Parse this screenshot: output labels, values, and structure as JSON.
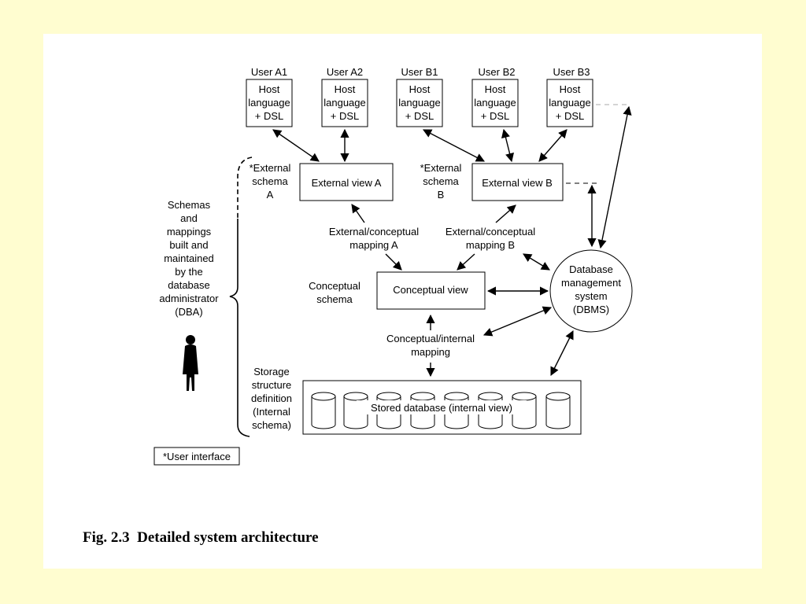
{
  "users": [
    {
      "name": "User A1",
      "box": [
        "Host",
        "language",
        "+ DSL"
      ]
    },
    {
      "name": "User A2",
      "box": [
        "Host",
        "language",
        "+ DSL"
      ]
    },
    {
      "name": "User B1",
      "box": [
        "Host",
        "language",
        "+ DSL"
      ]
    },
    {
      "name": "User B2",
      "box": [
        "Host",
        "language",
        "+ DSL"
      ]
    },
    {
      "name": "User B3",
      "box": [
        "Host",
        "language",
        "+ DSL"
      ]
    }
  ],
  "external_schema_a": [
    "*External",
    "schema",
    "A"
  ],
  "external_schema_b": [
    "*External",
    "schema",
    "B"
  ],
  "external_view_a": "External view A",
  "external_view_b": "External view B",
  "mapping_a": [
    "External/conceptual",
    "mapping A"
  ],
  "mapping_b": [
    "External/conceptual",
    "mapping B"
  ],
  "conceptual_schema": [
    "Conceptual",
    "schema"
  ],
  "conceptual_view": "Conceptual view",
  "internal_mapping": [
    "Conceptual/internal",
    "mapping"
  ],
  "dbms": [
    "Database",
    "management",
    "system",
    "(DBMS)"
  ],
  "dba_note": [
    "Schemas",
    "and",
    "mappings",
    "built and",
    "maintained",
    "by the",
    "database",
    "administrator",
    "(DBA)"
  ],
  "storage_definition": [
    "Storage",
    "structure",
    "definition",
    "(Internal",
    "schema)"
  ],
  "stored_database": "Stored database (internal view)",
  "user_interface_note": "*User interface",
  "caption": "Fig. 2.3  Detailed system architecture"
}
